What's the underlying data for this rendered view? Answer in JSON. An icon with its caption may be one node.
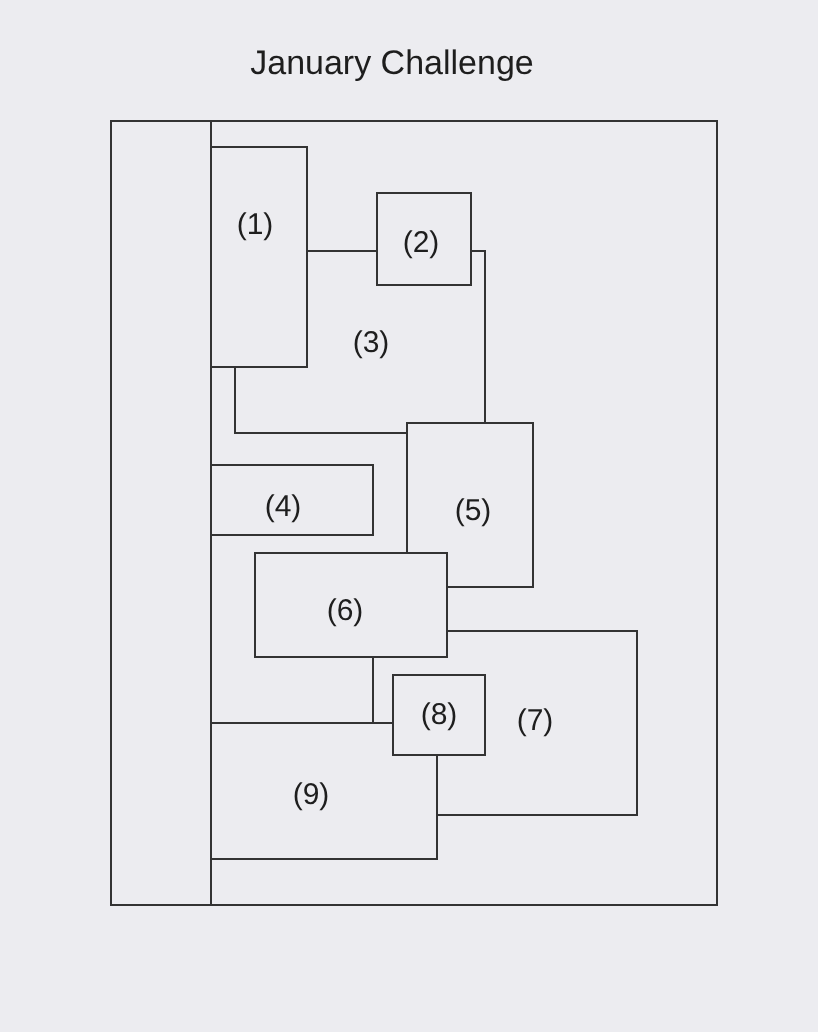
{
  "diagram": {
    "title": "January Challenge",
    "nodes": [
      {
        "text": [],
        "shape": "box"
      },
      {
        "text": [
          "(1)"
        ],
        "in": 0
      },
      {
        "text": [
          "(2)"
        ],
        "in": 0
      },
      {
        "text": [
          "(3)"
        ],
        "in": 0
      },
      {
        "text": [
          "(4)"
        ],
        "in": 0
      },
      {
        "text": [
          "(5)"
        ],
        "in": 0
      },
      {
        "text": [
          "(6)"
        ],
        "in": 0
      },
      {
        "text": [
          "(7)"
        ],
        "in": 0
      },
      {
        "text": [
          "(8)"
        ],
        "in": 7
      },
      {
        "text": [
          "(9)"
        ],
        "in": 0
      }
    ]
  }
}
